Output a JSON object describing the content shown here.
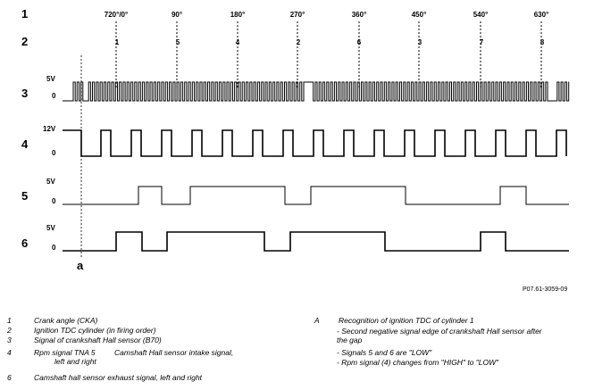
{
  "rows": {
    "row1": "1",
    "row2": "2",
    "row3": "3",
    "row4": "4",
    "row5": "5",
    "row6": "6"
  },
  "angles": [
    "720°/0°",
    "90°",
    "180°",
    "270°",
    "360°",
    "450°",
    "540°",
    "630°"
  ],
  "firing_order": [
    "1",
    "5",
    "4",
    "2",
    "6",
    "3",
    "7",
    "8"
  ],
  "voltages": {
    "s3_high": "5V",
    "s3_low": "0",
    "s4_high": "12V",
    "s4_low": "0",
    "s5_high": "5V",
    "s5_low": "0",
    "s6_high": "5V",
    "s6_low": "0"
  },
  "marker_a": "a",
  "figure_code": "P07.61-3059-09",
  "legend_left": [
    {
      "num": "1",
      "text": "Crank angle (CKA)"
    },
    {
      "num": "2",
      "text": "Ignition TDC cylinder (in firing order)"
    },
    {
      "num": "3",
      "text": "Signal of crankshaft Hall sensor (B70)"
    },
    {
      "num": "4",
      "text": "Rpm signal TNA 5",
      "text2": "Camshaft Hall sensor intake signal,",
      "text3": "left and right"
    },
    {
      "num": "6",
      "text": "Camshaft hall sensor exhaust signal, left and right"
    }
  ],
  "legend_right": {
    "key": "A",
    "title": "Recognition of ignition TDC of cylinder 1",
    "lines": [
      "- Second negative signal edge of crankshaft Hall sensor after",
      "the gap",
      "- Signals 5 and 6 are \"LOW\"",
      "- Rpm signal (4) changes from \"HIGH\" to \"LOW\""
    ]
  }
}
